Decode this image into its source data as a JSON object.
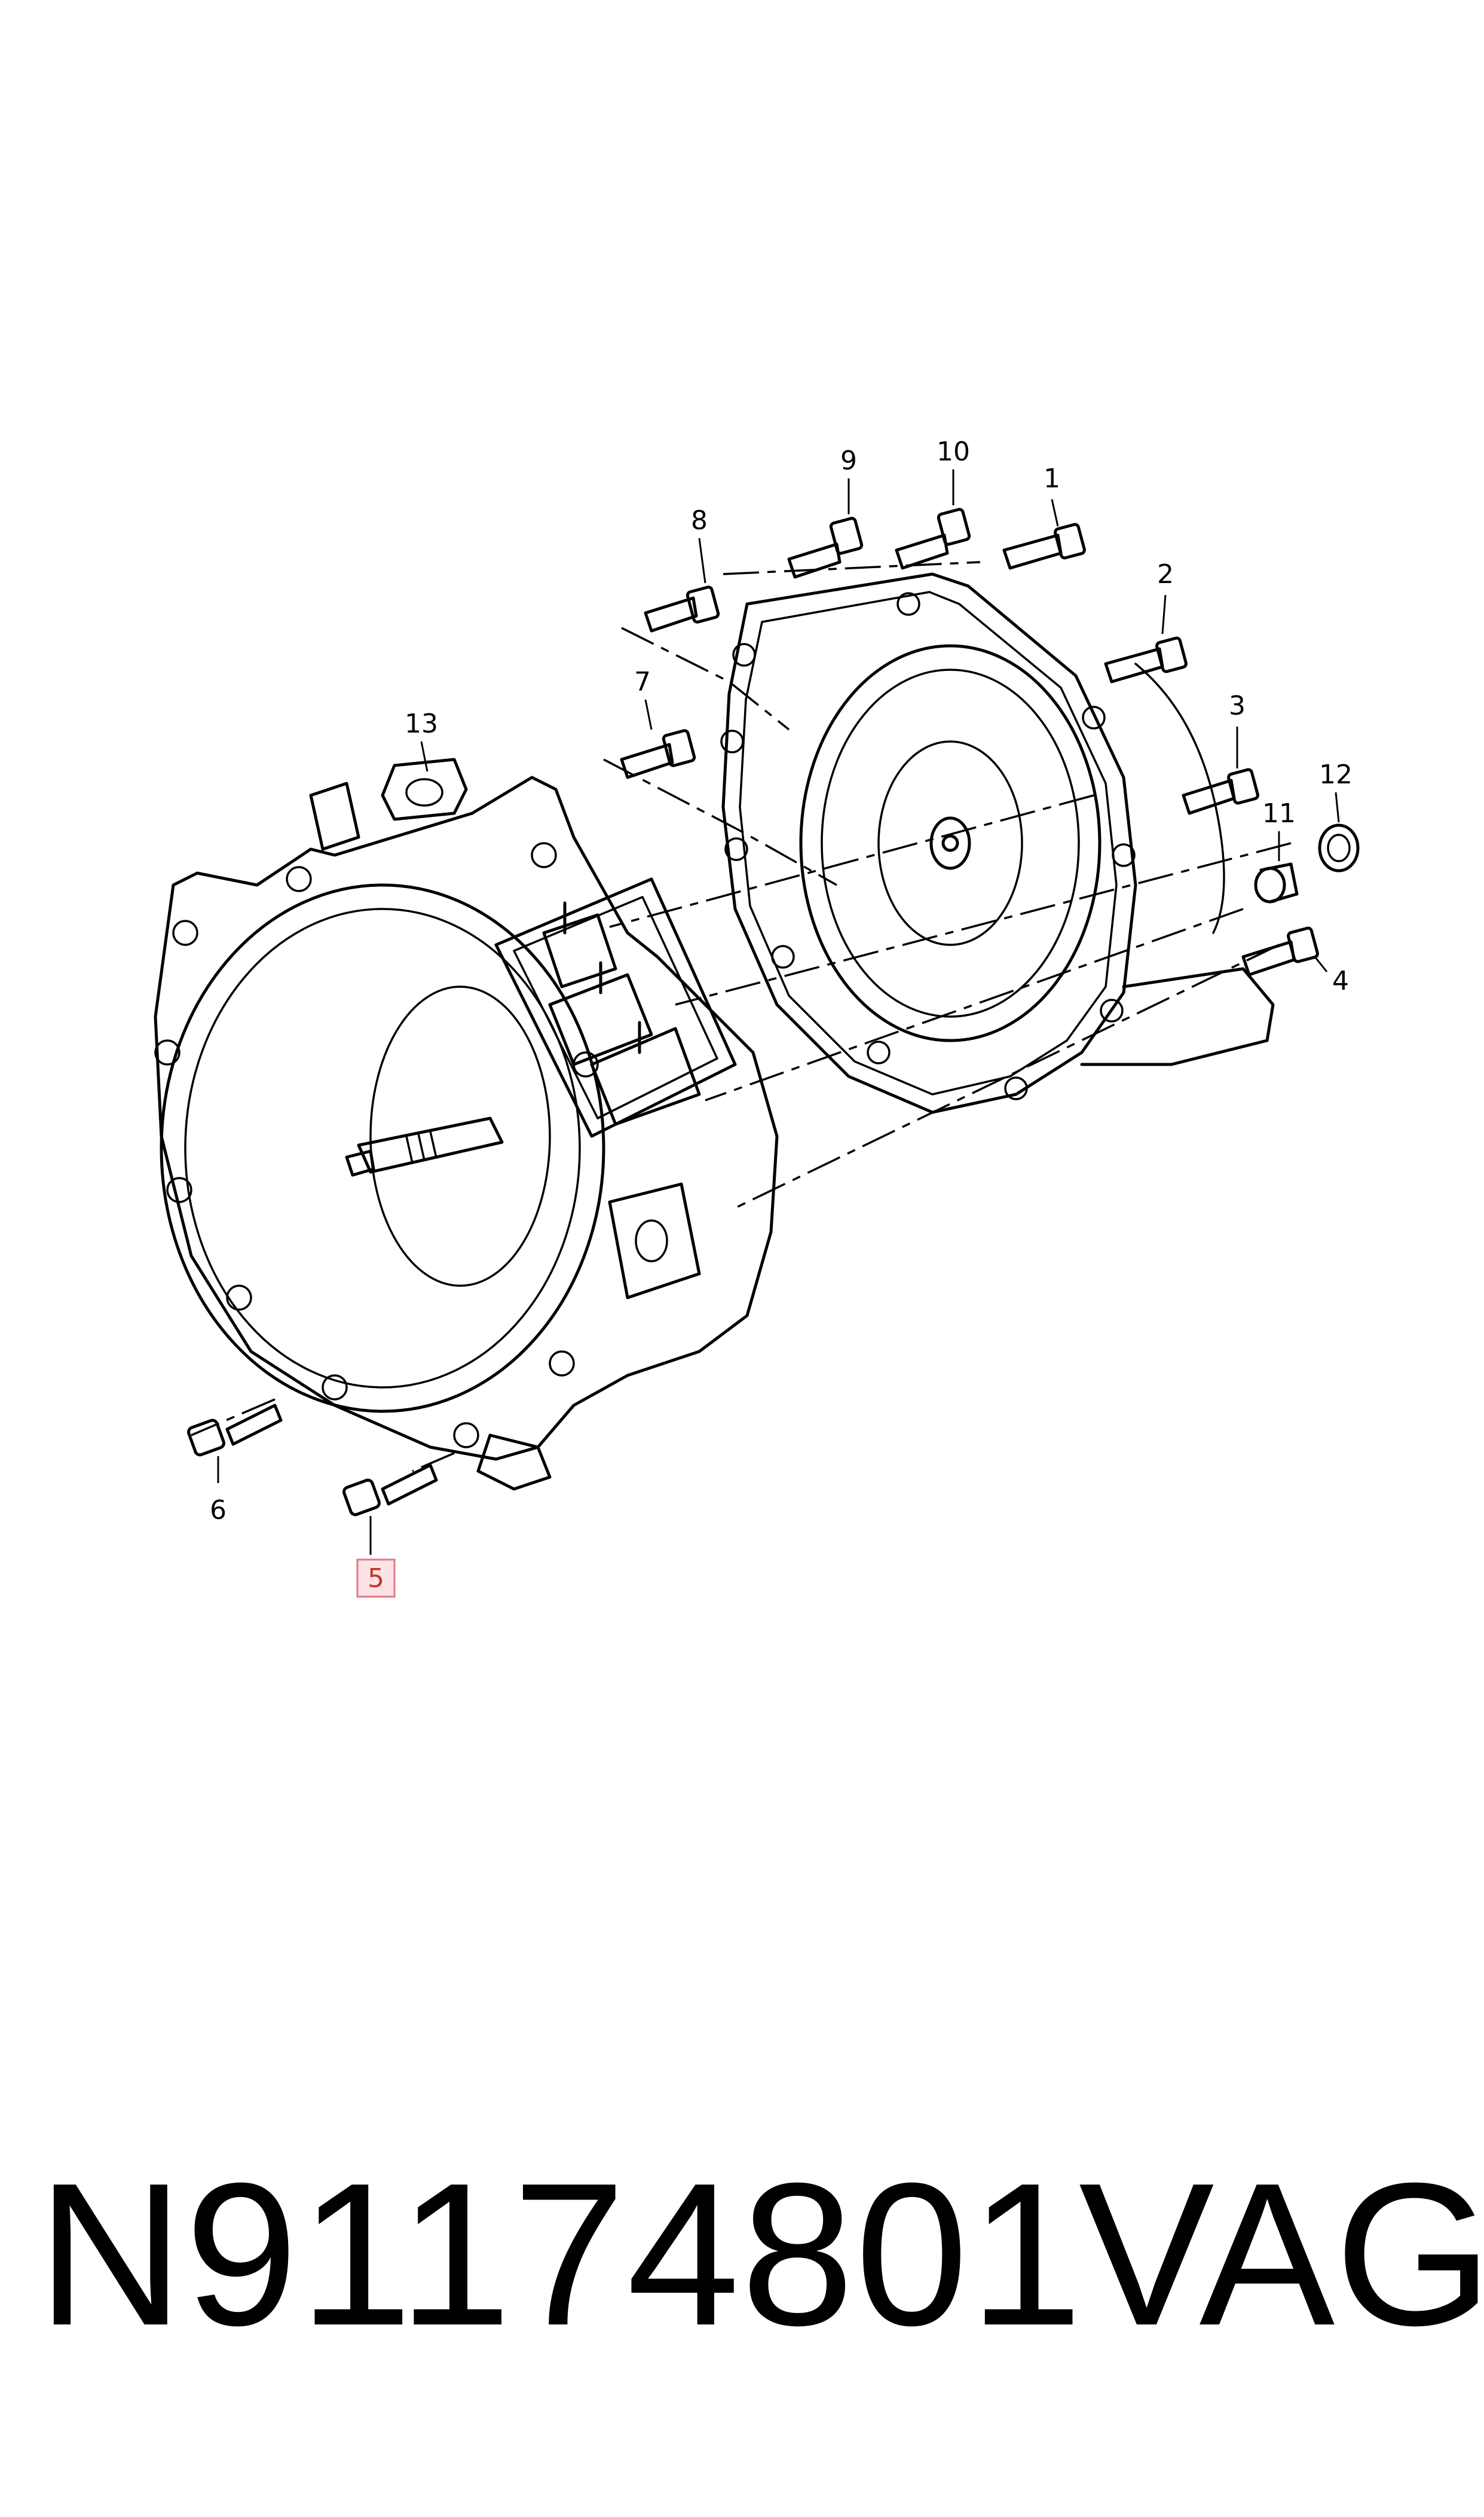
{
  "diagram": {
    "callouts": [
      {
        "id": "1",
        "label": "1"
      },
      {
        "id": "2",
        "label": "2"
      },
      {
        "id": "3",
        "label": "3"
      },
      {
        "id": "4",
        "label": "4"
      },
      {
        "id": "5",
        "label": "5",
        "highlighted": true
      },
      {
        "id": "6",
        "label": "6"
      },
      {
        "id": "7",
        "label": "7"
      },
      {
        "id": "8",
        "label": "8"
      },
      {
        "id": "9",
        "label": "9"
      },
      {
        "id": "10",
        "label": "10"
      },
      {
        "id": "11",
        "label": "11"
      },
      {
        "id": "12",
        "label": "12"
      },
      {
        "id": "13",
        "label": "13"
      }
    ],
    "highlight_color": "#e07a86"
  },
  "footer": {
    "part_number": "N91174801",
    "brand": "VAG"
  }
}
